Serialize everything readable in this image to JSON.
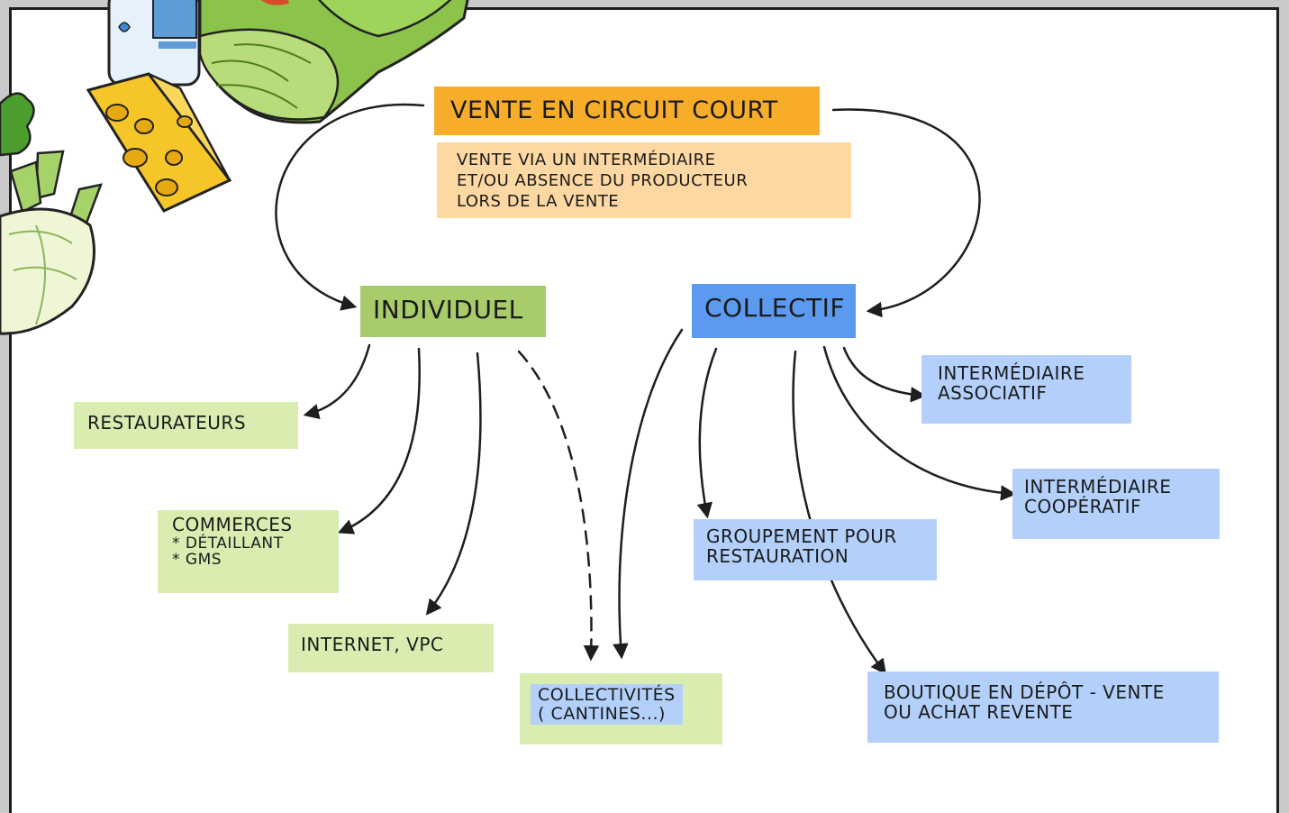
{
  "title": "Vente en circuit court",
  "description": [
    "Vente via un intermédiaire",
    "et/ou absence du producteur",
    "lors de la vente"
  ],
  "categories": {
    "individuel": "Individuel",
    "collectif": "Collectif"
  },
  "individuel_items": {
    "restaurateurs": "Restaurateurs",
    "commerces": {
      "label": "Commerces",
      "sub": [
        "* Détaillant",
        "* GMS"
      ]
    },
    "internet": "Internet, VPC"
  },
  "shared_item": [
    "Collectivités",
    "( Cantines...)"
  ],
  "collectif_items": {
    "intermediaire_associatif": [
      "Intermédiaire",
      "associatif"
    ],
    "intermediaire_cooperatif": [
      "Intermédiaire",
      "coopératif"
    ],
    "groupement": [
      "Groupement pour",
      "restauration"
    ],
    "boutique": [
      "Boutique en dépôt - vente",
      "ou achat revente"
    ]
  },
  "colors": {
    "title_orange": "#f8ad2a",
    "desc_peach": "#fdd8a2",
    "individuel_green": "#a9cc6b",
    "individuel_items_green": "#d9edb1",
    "collectif_blue": "#5c9af0",
    "collectif_items_blue": "#b3d0fb",
    "arrow": "#1e1e1e"
  },
  "illustration": [
    "water-bottle-icon",
    "cheese-wedge-icon",
    "lettuce-icon",
    "fennel-icon",
    "parsley-icon"
  ]
}
